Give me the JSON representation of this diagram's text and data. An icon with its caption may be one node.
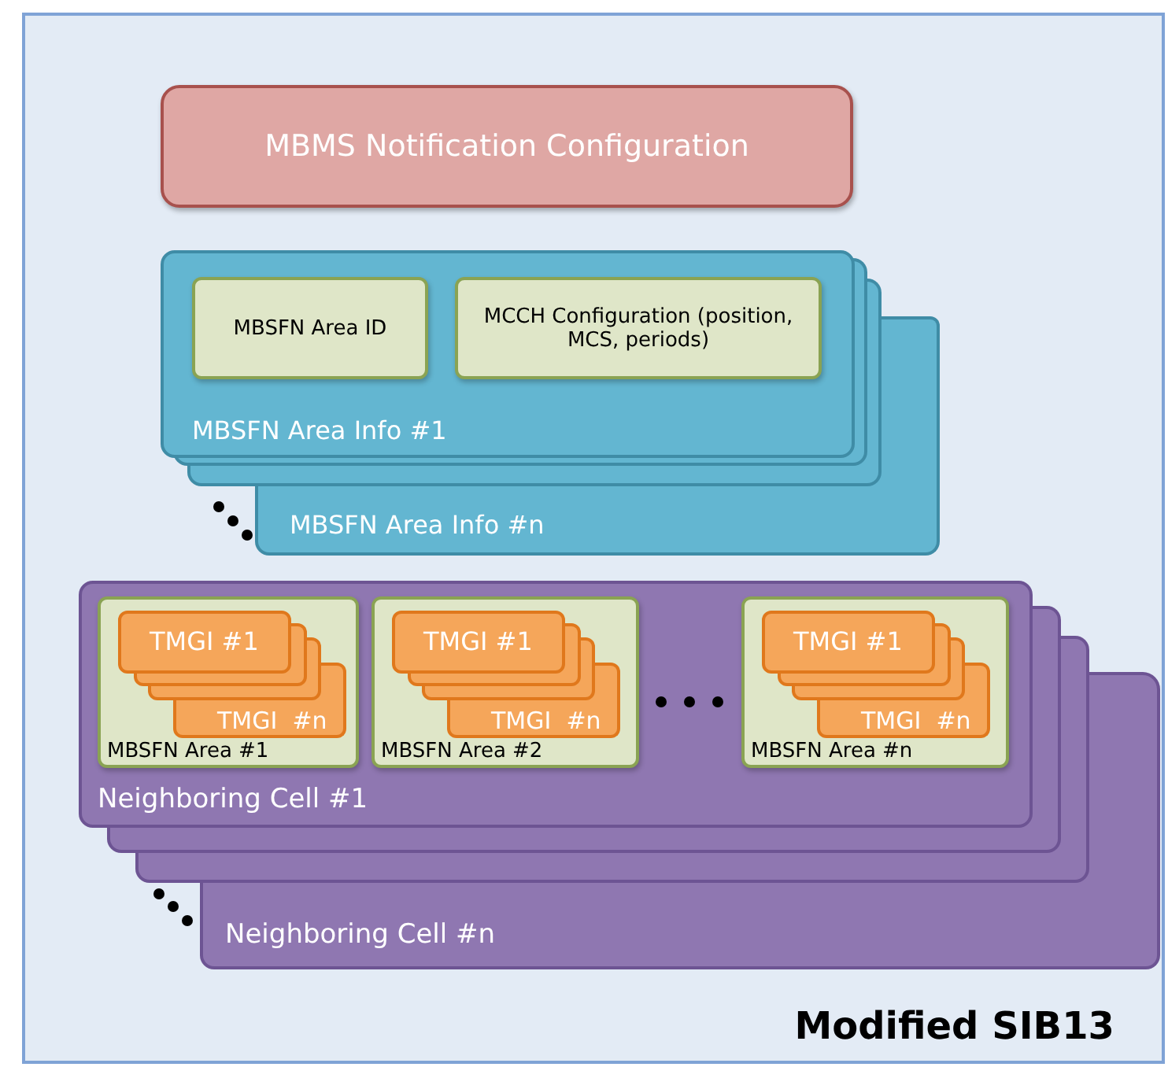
{
  "diagram": {
    "nodes": [
      {
        "text": [
          "Modified SIB13"
        ]
      },
      {
        "text": [
          "MBMS Notification Configuration"
        ],
        "in": 0
      },
      {
        "text": [
          "MBSFN Area Info #1"
        ],
        "in": 0
      },
      {
        "text": [
          "MBSFN Area ID"
        ],
        "in": 2
      },
      {
        "text": [
          "MCCH Configuration (position, MCS, periods)"
        ],
        "in": 2
      },
      {
        "text": [
          "MBSFN Area Info #n"
        ],
        "in": 0
      },
      {
        "text": [
          "Neighboring Cell #1"
        ],
        "in": 0
      },
      {
        "text": [
          "MBSFN Area #1"
        ],
        "in": 6
      },
      {
        "text": [
          "TMGI #1"
        ],
        "in": 7
      },
      {
        "text": [
          "TMGI  #n"
        ],
        "in": 7
      },
      {
        "text": [
          "MBSFN Area #2"
        ],
        "in": 6
      },
      {
        "text": [
          "TMGI #1"
        ],
        "in": 10
      },
      {
        "text": [
          "TMGI  #n"
        ],
        "in": 10
      },
      {
        "text": [
          "MBSFN Area #n"
        ],
        "in": 6
      },
      {
        "text": [
          "TMGI #1"
        ],
        "in": 13
      },
      {
        "text": [
          "TMGI  #n"
        ],
        "in": 13
      },
      {
        "text": [
          "Neighboring Cell #n"
        ],
        "in": 0
      }
    ]
  }
}
